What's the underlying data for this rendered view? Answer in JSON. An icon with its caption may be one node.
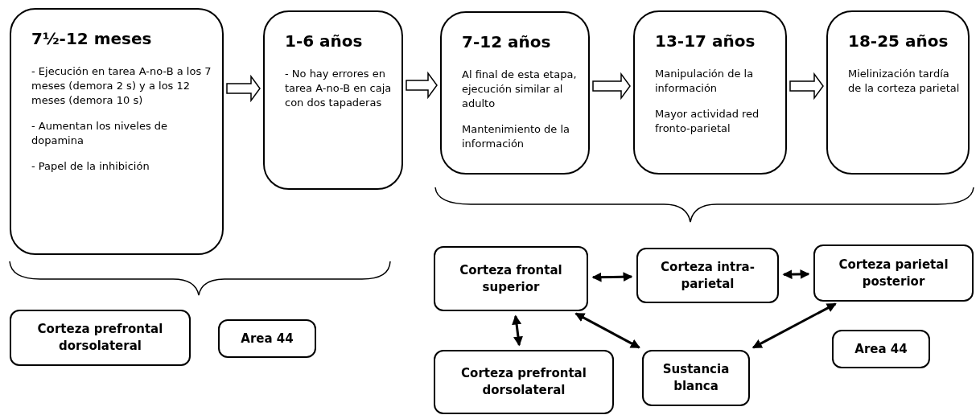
{
  "diagram": {
    "nodes": [
      {
        "text": [
          "7½-12 meses",
          "- Ejecución en tarea A-no-B a los 7 meses (demora 2 s) y a los 12 meses (demora 10 s)",
          "- Aumentan los niveles de dopamina",
          "- Papel de la inhibición"
        ]
      },
      {
        "text": [
          "1-6 años",
          "- No hay errores en tarea A-no-B en caja con dos tapaderas"
        ]
      },
      {
        "text": [
          "7-12 años",
          "Al final de esta etapa, ejecución similar al adulto",
          "Mantenimiento de la información"
        ]
      },
      {
        "text": [
          "13-17 años",
          "Manipulación de la información",
          "Mayor actividad red fronto-parietal"
        ]
      },
      {
        "text": [
          "18-25 años",
          "Mielinización tardía de la corteza parietal"
        ]
      },
      {
        "text": [
          "Corteza prefrontal dorsolateral"
        ]
      },
      {
        "text": [
          "Area 44"
        ]
      },
      {
        "text": [
          "Corteza frontal superior"
        ]
      },
      {
        "text": [
          "Corteza intra-parietal"
        ]
      },
      {
        "text": [
          "Corteza parietal posterior"
        ]
      },
      {
        "text": [
          "Corteza prefrontal dorsolateral"
        ]
      },
      {
        "text": [
          "Sustancia blanca"
        ]
      },
      {
        "text": [
          "Area 44"
        ]
      }
    ],
    "edges": [
      {
        "from": 0,
        "to": 1,
        "arrow": "to"
      },
      {
        "from": 1,
        "to": 2,
        "arrow": "to"
      },
      {
        "from": 2,
        "to": 3,
        "arrow": "to"
      },
      {
        "from": 3,
        "to": 4,
        "arrow": "to"
      },
      {
        "from": 7,
        "to": 8,
        "arrow": "both"
      },
      {
        "from": 8,
        "to": 9,
        "arrow": "both"
      },
      {
        "from": 7,
        "to": 10,
        "arrow": "both"
      },
      {
        "from": 7,
        "to": 11,
        "arrow": "both"
      },
      {
        "from": 11,
        "to": 9,
        "arrow": "both"
      }
    ]
  }
}
